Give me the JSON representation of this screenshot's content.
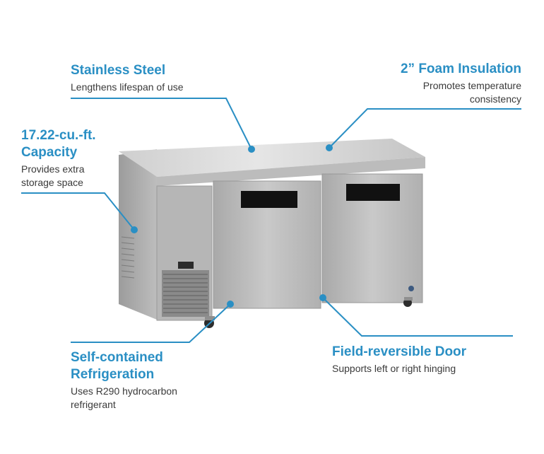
{
  "callouts": {
    "stainless_steel": {
      "title": "Stainless Steel",
      "description": "Lengthens lifespan of use"
    },
    "foam_insulation": {
      "title": "2” Foam Insulation",
      "description_line1": "Promotes temperature",
      "description_line2": "consistency"
    },
    "capacity": {
      "title_line1": "17.22-cu.-ft.",
      "title_line2": "Capacity",
      "description_line1": "Provides extra",
      "description_line2": "storage space"
    },
    "refrigeration": {
      "title_line1": "Self-contained",
      "title_line2": "Refrigeration",
      "description_line1": "Uses R290 hydrocarbon",
      "description_line2": "refrigerant"
    },
    "door": {
      "title": "Field-reversible Door",
      "description": "Supports left or right hinging"
    }
  },
  "colors": {
    "accent": "#2a8fc4",
    "text": "#3a3a3a",
    "steel": "#b9b9b9"
  }
}
